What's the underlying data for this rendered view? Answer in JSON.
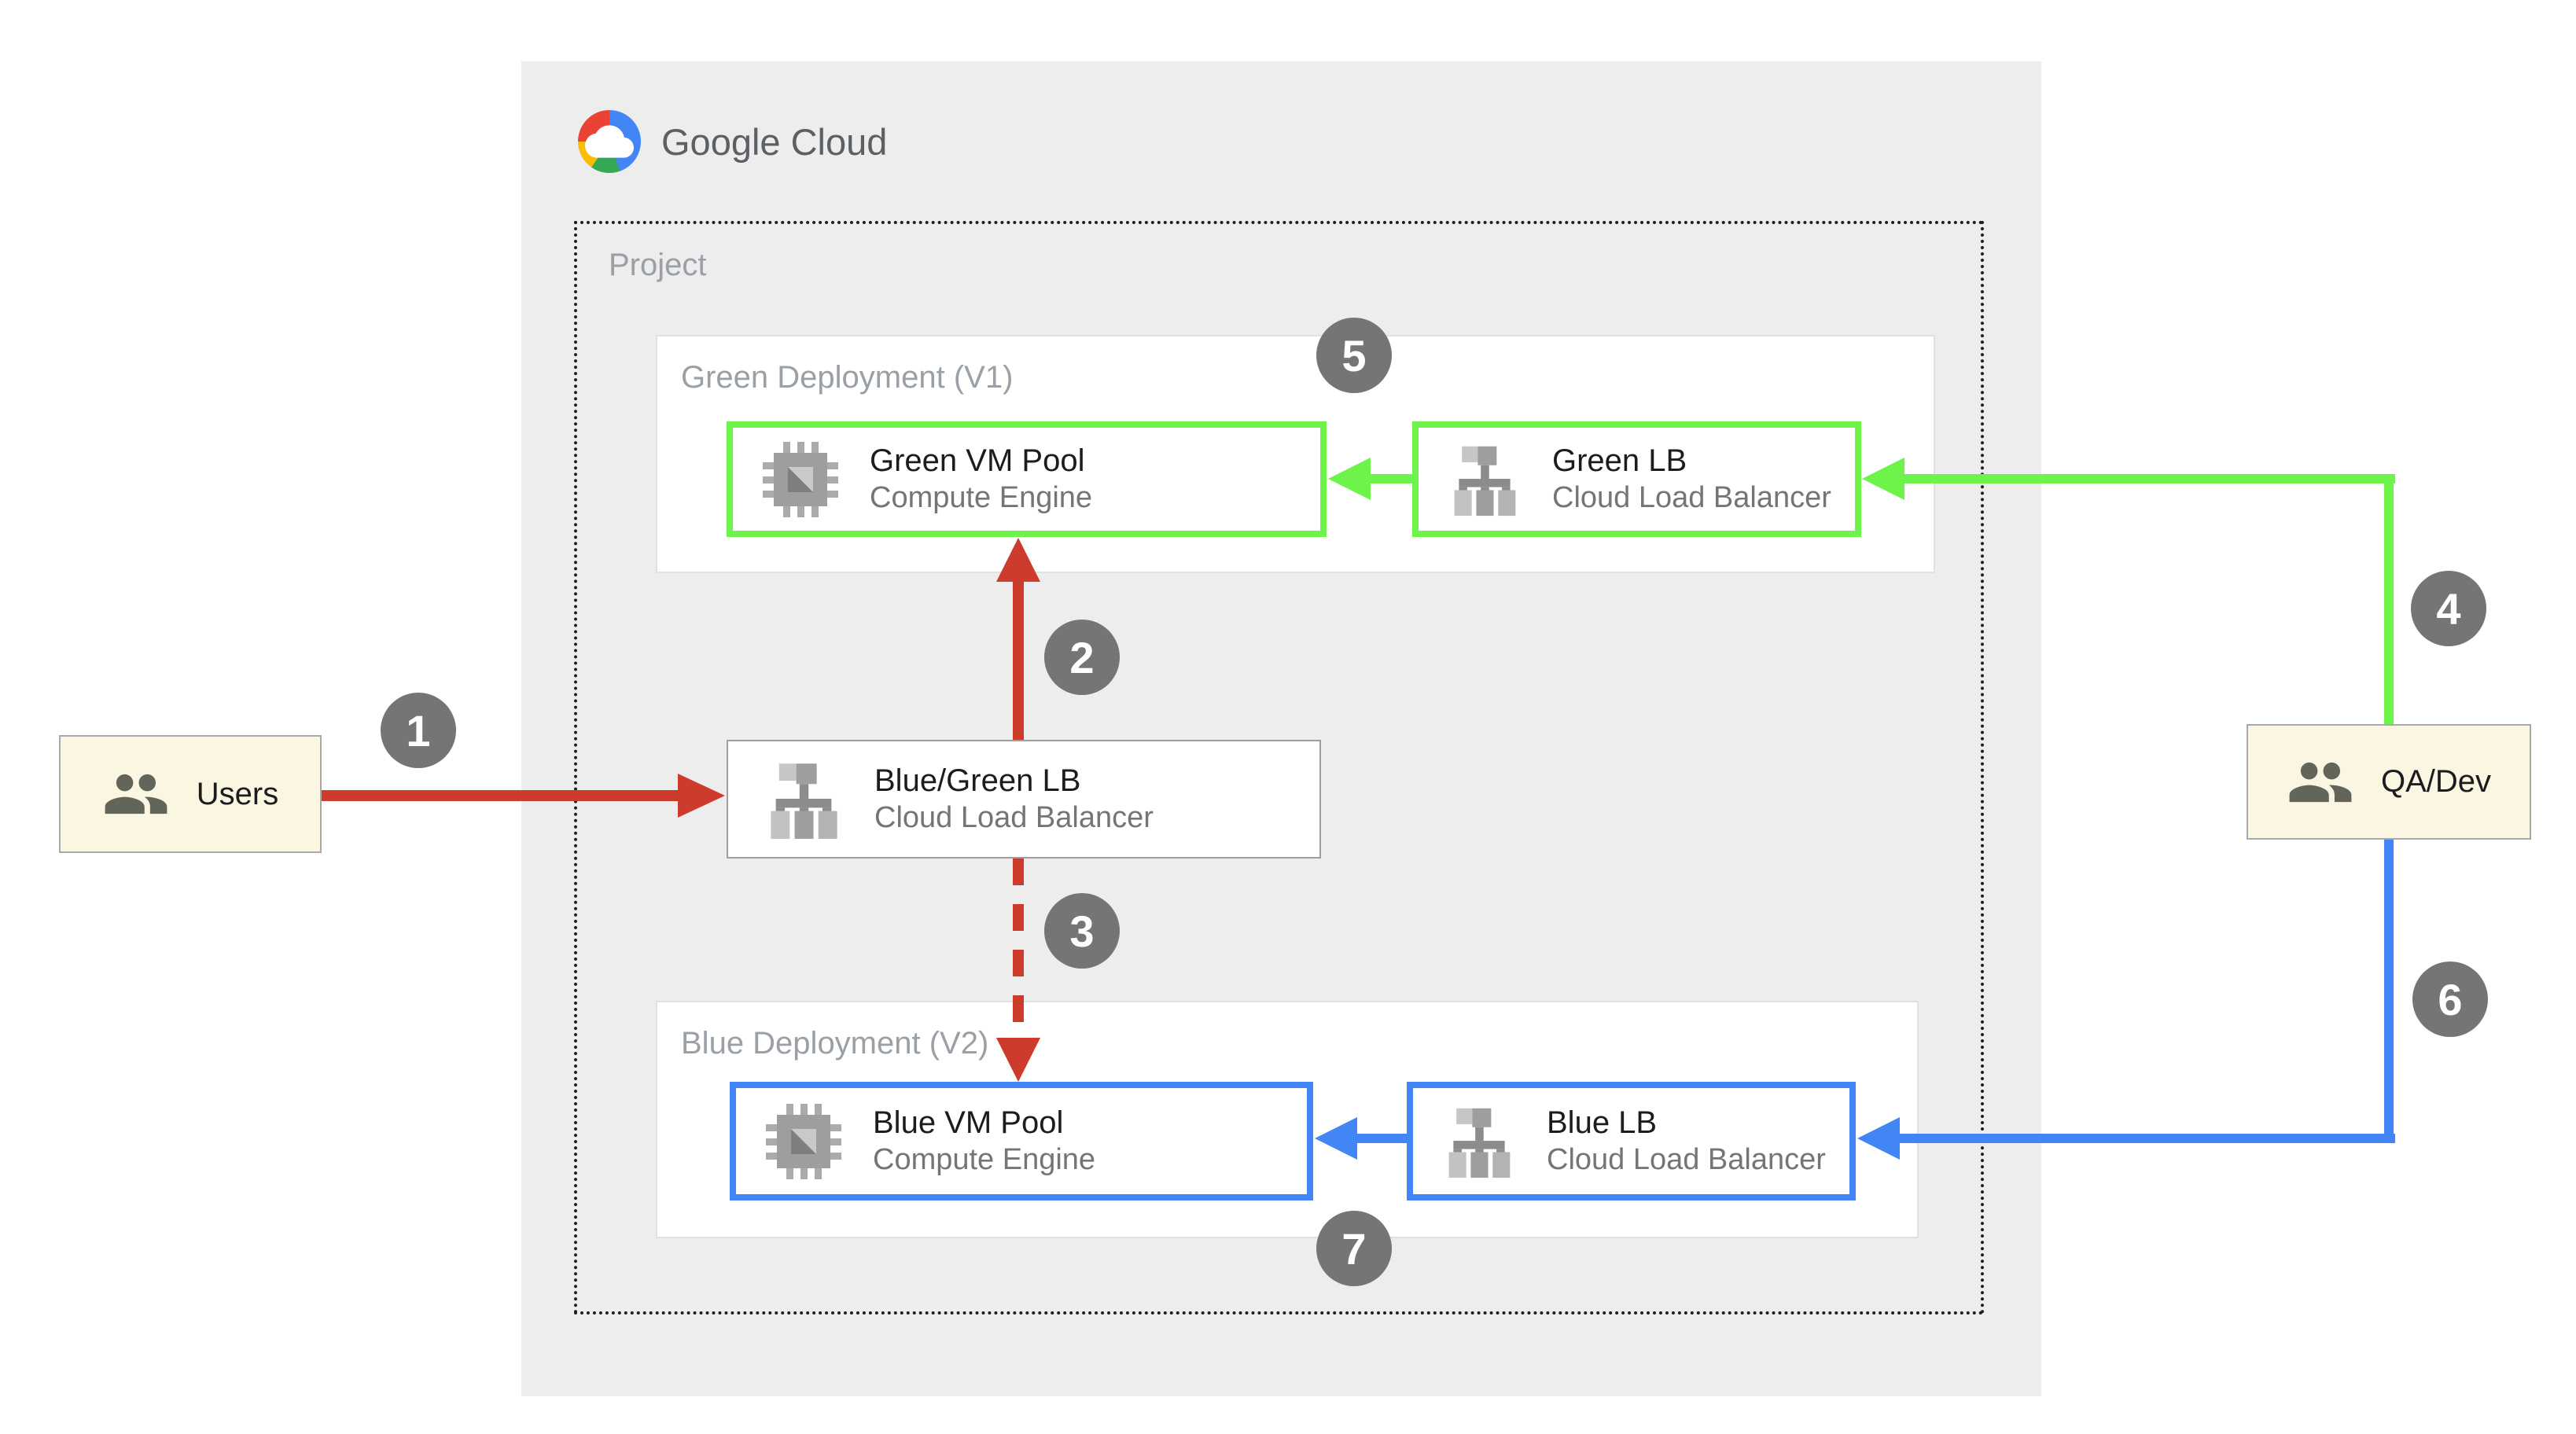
{
  "colors": {
    "red": "#CC3B2C",
    "green": "#6EF34B",
    "blue": "#4285F4",
    "badge-gray": "#757575",
    "cream": "#FBF6E2",
    "panel-gray": "#EDEDED",
    "muted-text": "#9AA0A6",
    "subtitle-text": "#757575",
    "dark-text": "#1C1C1C",
    "border-light": "#E1E1E1",
    "border-mid": "#9E9E9E"
  },
  "logo": {
    "text": "Google Cloud",
    "icon": "google-cloud-logo"
  },
  "project": {
    "label": "Project"
  },
  "green_deployment": {
    "title": "Green Deployment (V1)",
    "vm_pool": {
      "title": "Green VM Pool",
      "subtitle": "Compute Engine",
      "icon": "compute-engine-icon"
    },
    "lb": {
      "title": "Green LB",
      "subtitle": "Cloud Load Balancer",
      "icon": "load-balancer-icon"
    }
  },
  "blue_deployment": {
    "title": "Blue Deployment (V2)",
    "vm_pool": {
      "title": "Blue VM Pool",
      "subtitle": "Compute Engine",
      "icon": "compute-engine-icon"
    },
    "lb": {
      "title": "Blue LB",
      "subtitle": "Cloud Load Balancer",
      "icon": "load-balancer-icon"
    }
  },
  "middle_lb": {
    "title": "Blue/Green LB",
    "subtitle": "Cloud Load Balancer",
    "icon": "load-balancer-icon"
  },
  "actors": {
    "users": {
      "label": "Users",
      "icon": "people-icon"
    },
    "qa_dev": {
      "label": "QA/Dev",
      "icon": "people-icon"
    }
  },
  "badges": [
    "1",
    "2",
    "3",
    "4",
    "5",
    "6",
    "7"
  ]
}
